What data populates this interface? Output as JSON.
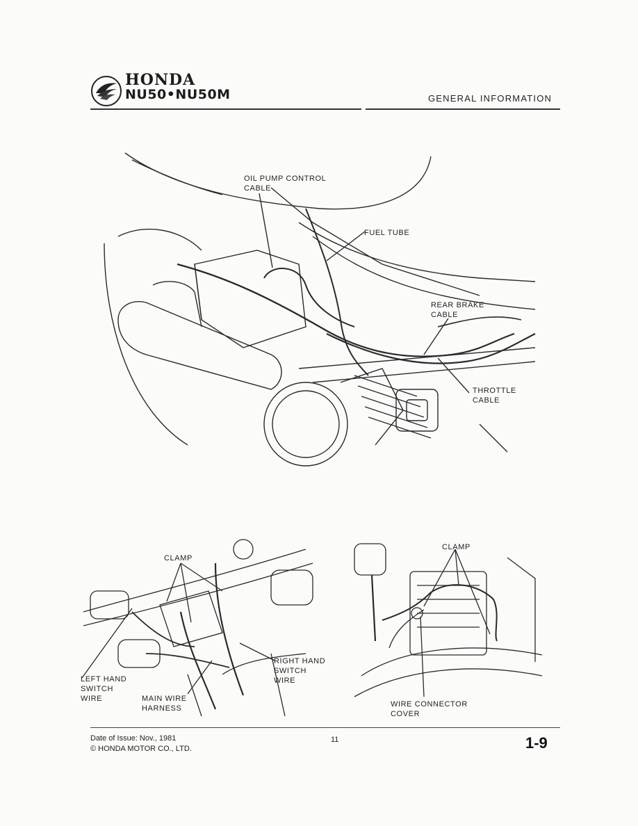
{
  "header": {
    "brand": "HONDA",
    "model": "NU50•NU50M",
    "section_title": "GENERAL INFORMATION",
    "emblem_icon": "honda-wing-icon"
  },
  "figure_top": {
    "labels": {
      "oil_pump": "OIL PUMP CONTROL\nCABLE",
      "fuel_tube": "FUEL TUBE",
      "rear_brake": "REAR BRAKE\nCABLE",
      "throttle": "THROTTLE\nCABLE"
    }
  },
  "figure_bottom_left": {
    "labels": {
      "clamp": "CLAMP",
      "left_hand": "LEFT HAND\nSWITCH\nWIRE",
      "main_wire": "MAIN WIRE\nHARNESS",
      "right_hand": "RIGHT HAND\nSWITCH\nWIRE"
    }
  },
  "figure_bottom_right": {
    "labels": {
      "clamp": "CLAMP",
      "connector": "WIRE CONNECTOR\nCOVER"
    }
  },
  "footer": {
    "date": "Date of Issue: Nov., 1981",
    "copyright": "© HONDA MOTOR CO., LTD.",
    "sheet_number": "11",
    "page": "1-9"
  }
}
